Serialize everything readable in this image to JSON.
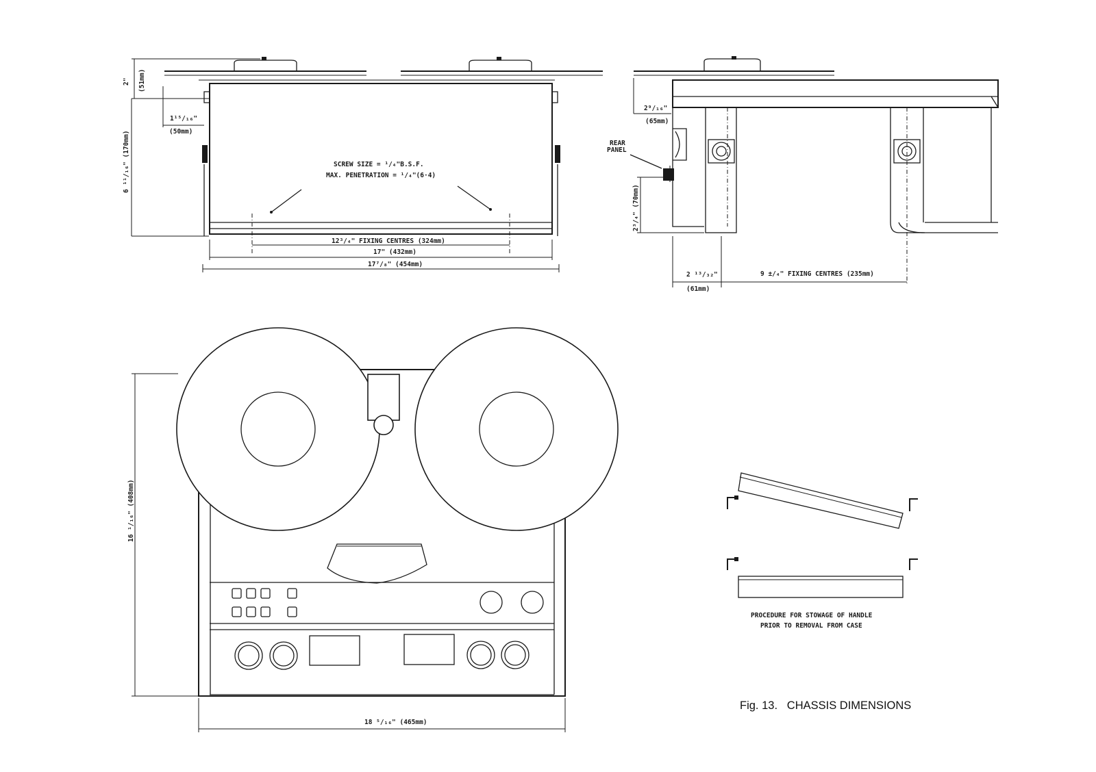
{
  "figure": {
    "caption": "Fig. 13.   CHASSIS DIMENSIONS"
  },
  "front_elevation": {
    "screw_note_line1": "SCREW SIZE = ¹/₄\"B.S.F.",
    "screw_note_line2": "MAX. PENETRATION = ¹/₄\"(6·4)",
    "dim_top_clearance": "2\"",
    "dim_top_clearance_mm": "(51mm)",
    "dim_handle_offset": "1¹⁵/₁₆\"",
    "dim_handle_offset_mm": "(50mm)",
    "dim_height": "6 ¹¹/₁₆\" (170mm)",
    "dim_fixing_centres": "12³/₄\" FIXING CENTRES (324mm)",
    "dim_inner_width": "17\" (432mm)",
    "dim_overall_width": "17⁷/₈\" (454mm)"
  },
  "side_elevation": {
    "rear_panel_label_line1": "REAR",
    "rear_panel_label_line2": "PANEL",
    "dim_top_offset": "2⁹/₁₆\"",
    "dim_top_offset_mm": "(65mm)",
    "dim_rear_height": "2³/₄\" (70mm)",
    "dim_rear_depth": "2 ¹³/₃₂\"",
    "dim_rear_depth_mm": "(61mm)",
    "dim_fixing_centres": "9 ±/₄\" FIXING CENTRES (235mm)"
  },
  "plan_view": {
    "dim_height": "16 ¹/₁₆\" (408mm)",
    "dim_width": "18 ⁵/₁₆\" (465mm)"
  },
  "handle_stowage": {
    "note_line1": "PROCEDURE FOR STOWAGE OF HANDLE",
    "note_line2": "PRIOR TO REMOVAL FROM CASE"
  }
}
